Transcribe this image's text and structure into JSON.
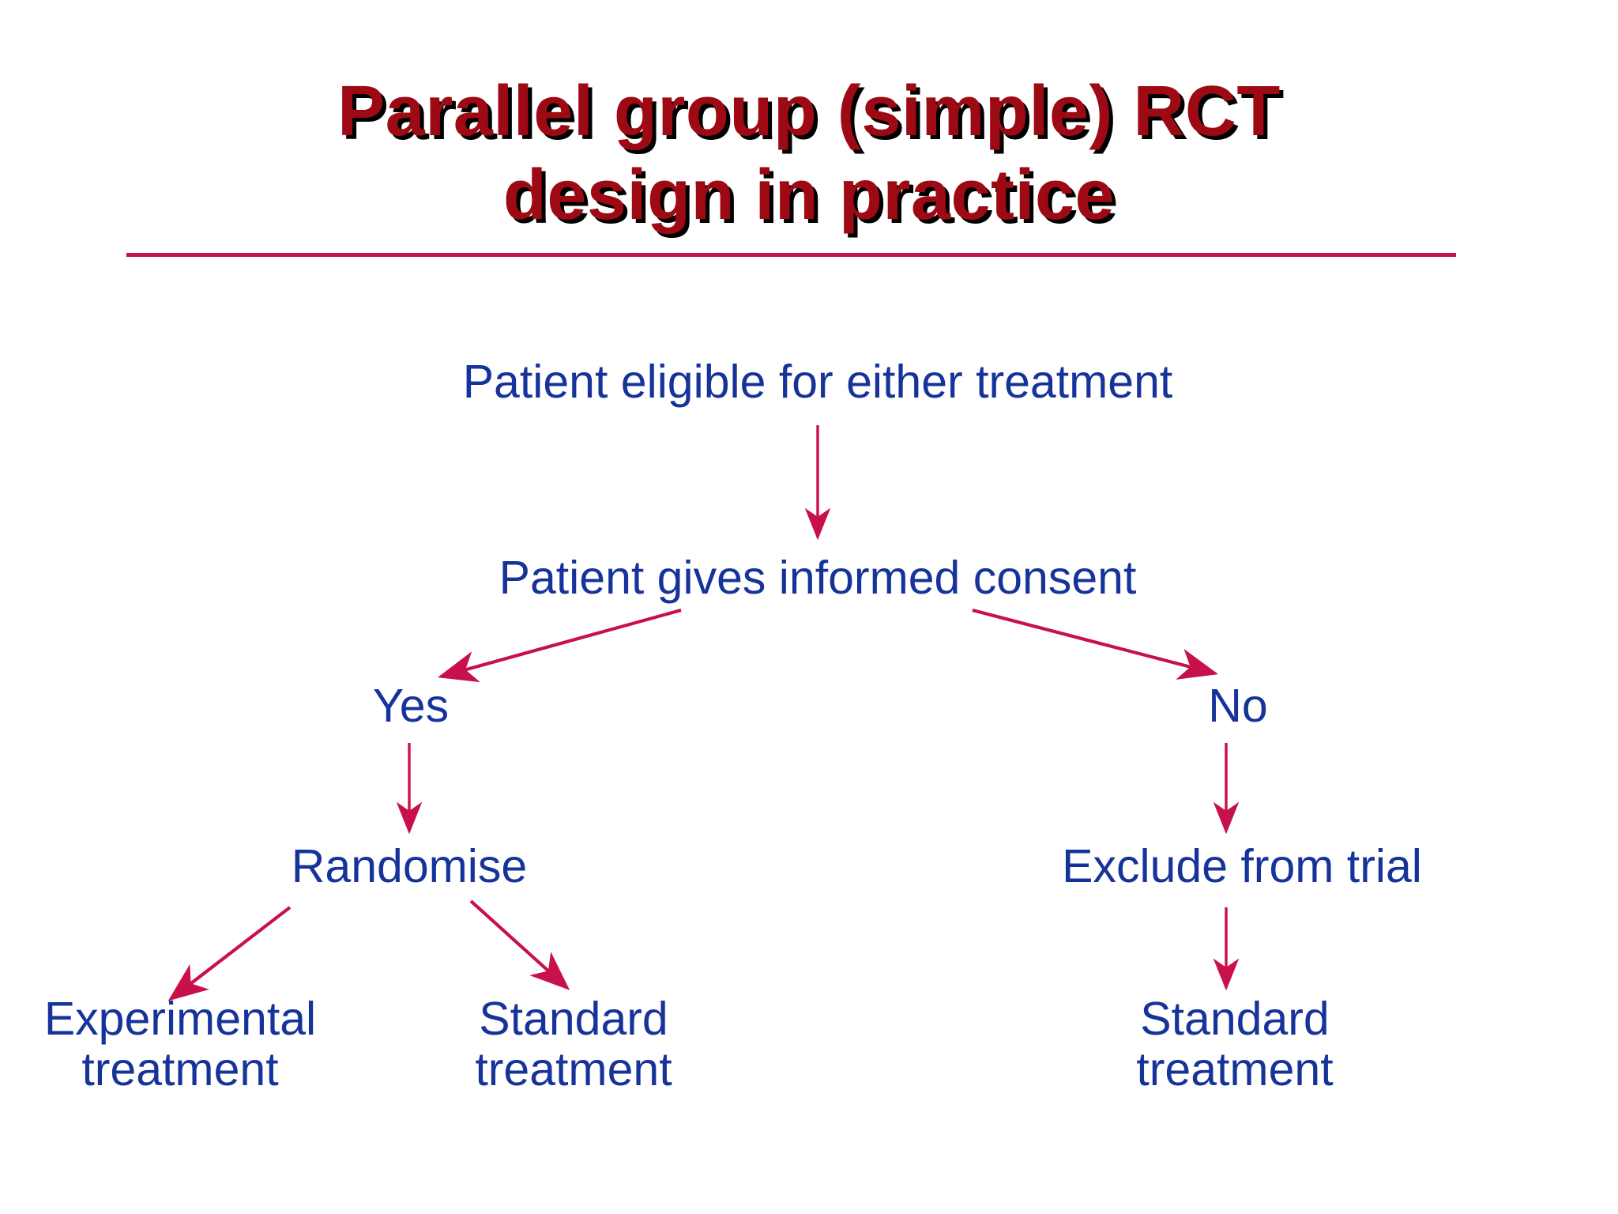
{
  "slide": {
    "title": {
      "line1": "Parallel group (simple) RCT",
      "line2": "design in practice",
      "color": "#9E0A13",
      "shadow_color": "#000000"
    },
    "rule_color": "#C8104A",
    "background": "#FFFFFF"
  },
  "palette": {
    "node_text": "#16339A",
    "connector": "#C8104A",
    "title_red": "#9E0A13"
  },
  "flow": {
    "nodes": [
      {
        "id": "eligible",
        "label": "Patient eligible for either treatment"
      },
      {
        "id": "consent",
        "label": "Patient gives informed consent"
      },
      {
        "id": "yes",
        "label": "Yes"
      },
      {
        "id": "no",
        "label": "No"
      },
      {
        "id": "randomise",
        "label": "Randomise"
      },
      {
        "id": "exclude",
        "label": "Exclude from trial"
      },
      {
        "id": "experimental",
        "line1": "Experimental",
        "line2": "treatment"
      },
      {
        "id": "standard1",
        "line1": "Standard",
        "line2": "treatment"
      },
      {
        "id": "standard2",
        "line1": "Standard",
        "line2": "treatment"
      }
    ],
    "edges": [
      {
        "from": "eligible",
        "to": "consent",
        "shape": "vertical"
      },
      {
        "from": "consent",
        "to": "yes",
        "shape": "diagonal-left"
      },
      {
        "from": "consent",
        "to": "no",
        "shape": "diagonal-right"
      },
      {
        "from": "yes",
        "to": "randomise",
        "shape": "vertical"
      },
      {
        "from": "no",
        "to": "exclude",
        "shape": "vertical"
      },
      {
        "from": "randomise",
        "to": "experimental",
        "shape": "diagonal-left"
      },
      {
        "from": "randomise",
        "to": "standard1",
        "shape": "diagonal-right"
      },
      {
        "from": "exclude",
        "to": "standard2",
        "shape": "vertical"
      }
    ]
  }
}
